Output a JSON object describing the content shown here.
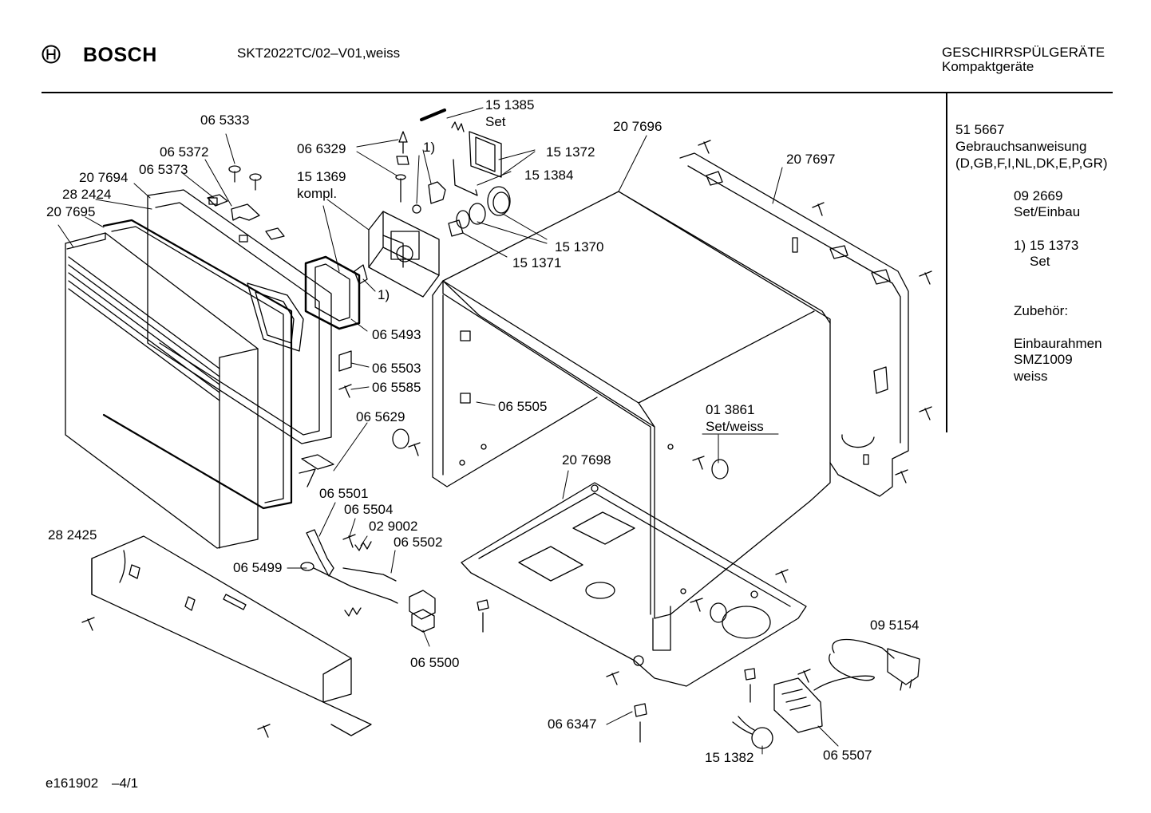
{
  "header": {
    "brand": "BOSCH",
    "model": "SKT2022TC/02–V01,weiss",
    "category_line1": "GESCHIRRSPÜLGERÄTE",
    "category_line2": "Kompaktgeräte"
  },
  "sidebar": {
    "manual_number": "51 5667",
    "manual_title": "Gebrauchsanweisung",
    "manual_languages": "(D,GB,F,I,NL,DK,E,P,GR)",
    "set_number": "09 2669",
    "set_label": "Set/Einbau",
    "note_number": "1) 15 1373",
    "note_label": "Set",
    "accessories_heading": "Zubehör:",
    "accessory_name": "Einbaurahmen",
    "accessory_model": "SMZ1009",
    "accessory_color": "weiss"
  },
  "footer": {
    "code": "e161902",
    "page": "–4/1"
  },
  "parts": [
    {
      "id": "065333",
      "text": "06 5333"
    },
    {
      "id": "065372",
      "text": "06 5372"
    },
    {
      "id": "065373",
      "text": "06 5373"
    },
    {
      "id": "207694",
      "text": "20 7694"
    },
    {
      "id": "282424",
      "text": "28 2424"
    },
    {
      "id": "207695",
      "text": "20 7695"
    },
    {
      "id": "066329",
      "text": "06 6329"
    },
    {
      "id": "151369",
      "text": "15 1369"
    },
    {
      "id": "kompl",
      "text": "kompl."
    },
    {
      "id": "note1a",
      "text": "1)"
    },
    {
      "id": "151385",
      "text": "15 1385"
    },
    {
      "id": "set1",
      "text": "Set"
    },
    {
      "id": "151372",
      "text": "15 1372"
    },
    {
      "id": "151384",
      "text": "15 1384"
    },
    {
      "id": "207696",
      "text": "20 7696"
    },
    {
      "id": "207697",
      "text": "20 7697"
    },
    {
      "id": "151370",
      "text": "15 1370"
    },
    {
      "id": "151371",
      "text": "15 1371"
    },
    {
      "id": "note1b",
      "text": "1)"
    },
    {
      "id": "065493",
      "text": "06 5493"
    },
    {
      "id": "065503",
      "text": "06 5503"
    },
    {
      "id": "065585",
      "text": "06 5585"
    },
    {
      "id": "065505",
      "text": "06 5505"
    },
    {
      "id": "065629",
      "text": "06 5629"
    },
    {
      "id": "013861",
      "text": "01 3861"
    },
    {
      "id": "setweiss",
      "text": "Set/weiss"
    },
    {
      "id": "207698",
      "text": "20 7698"
    },
    {
      "id": "065501",
      "text": "06 5501"
    },
    {
      "id": "065504",
      "text": "06 5504"
    },
    {
      "id": "029002",
      "text": "02 9002"
    },
    {
      "id": "065502",
      "text": "06 5502"
    },
    {
      "id": "065499",
      "text": "06 5499"
    },
    {
      "id": "282425",
      "text": "28 2425"
    },
    {
      "id": "065500",
      "text": "06 5500"
    },
    {
      "id": "095154",
      "text": "09 5154"
    },
    {
      "id": "066347",
      "text": "06 6347"
    },
    {
      "id": "151382",
      "text": "15 1382"
    },
    {
      "id": "065507",
      "text": "06 5507"
    }
  ]
}
